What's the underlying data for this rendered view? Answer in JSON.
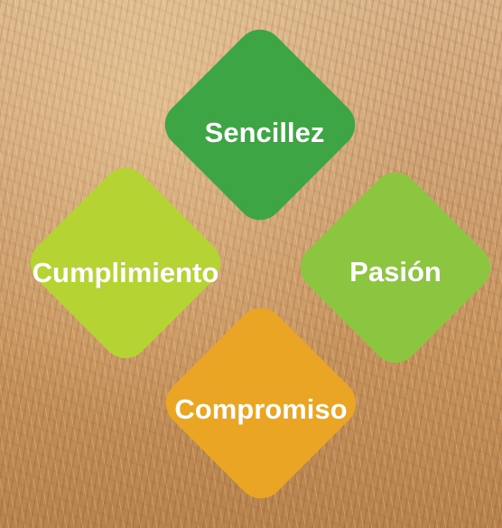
{
  "values": {
    "top": "Sencillez",
    "left": "Cumplimiento",
    "right": "Pasión",
    "bottom": "Compromiso"
  },
  "colors": {
    "sencillez": "#3da544",
    "cumplimiento": "#b5d434",
    "pasion": "#8cc641",
    "compromiso": "#eba524",
    "background": "wheat-field"
  }
}
